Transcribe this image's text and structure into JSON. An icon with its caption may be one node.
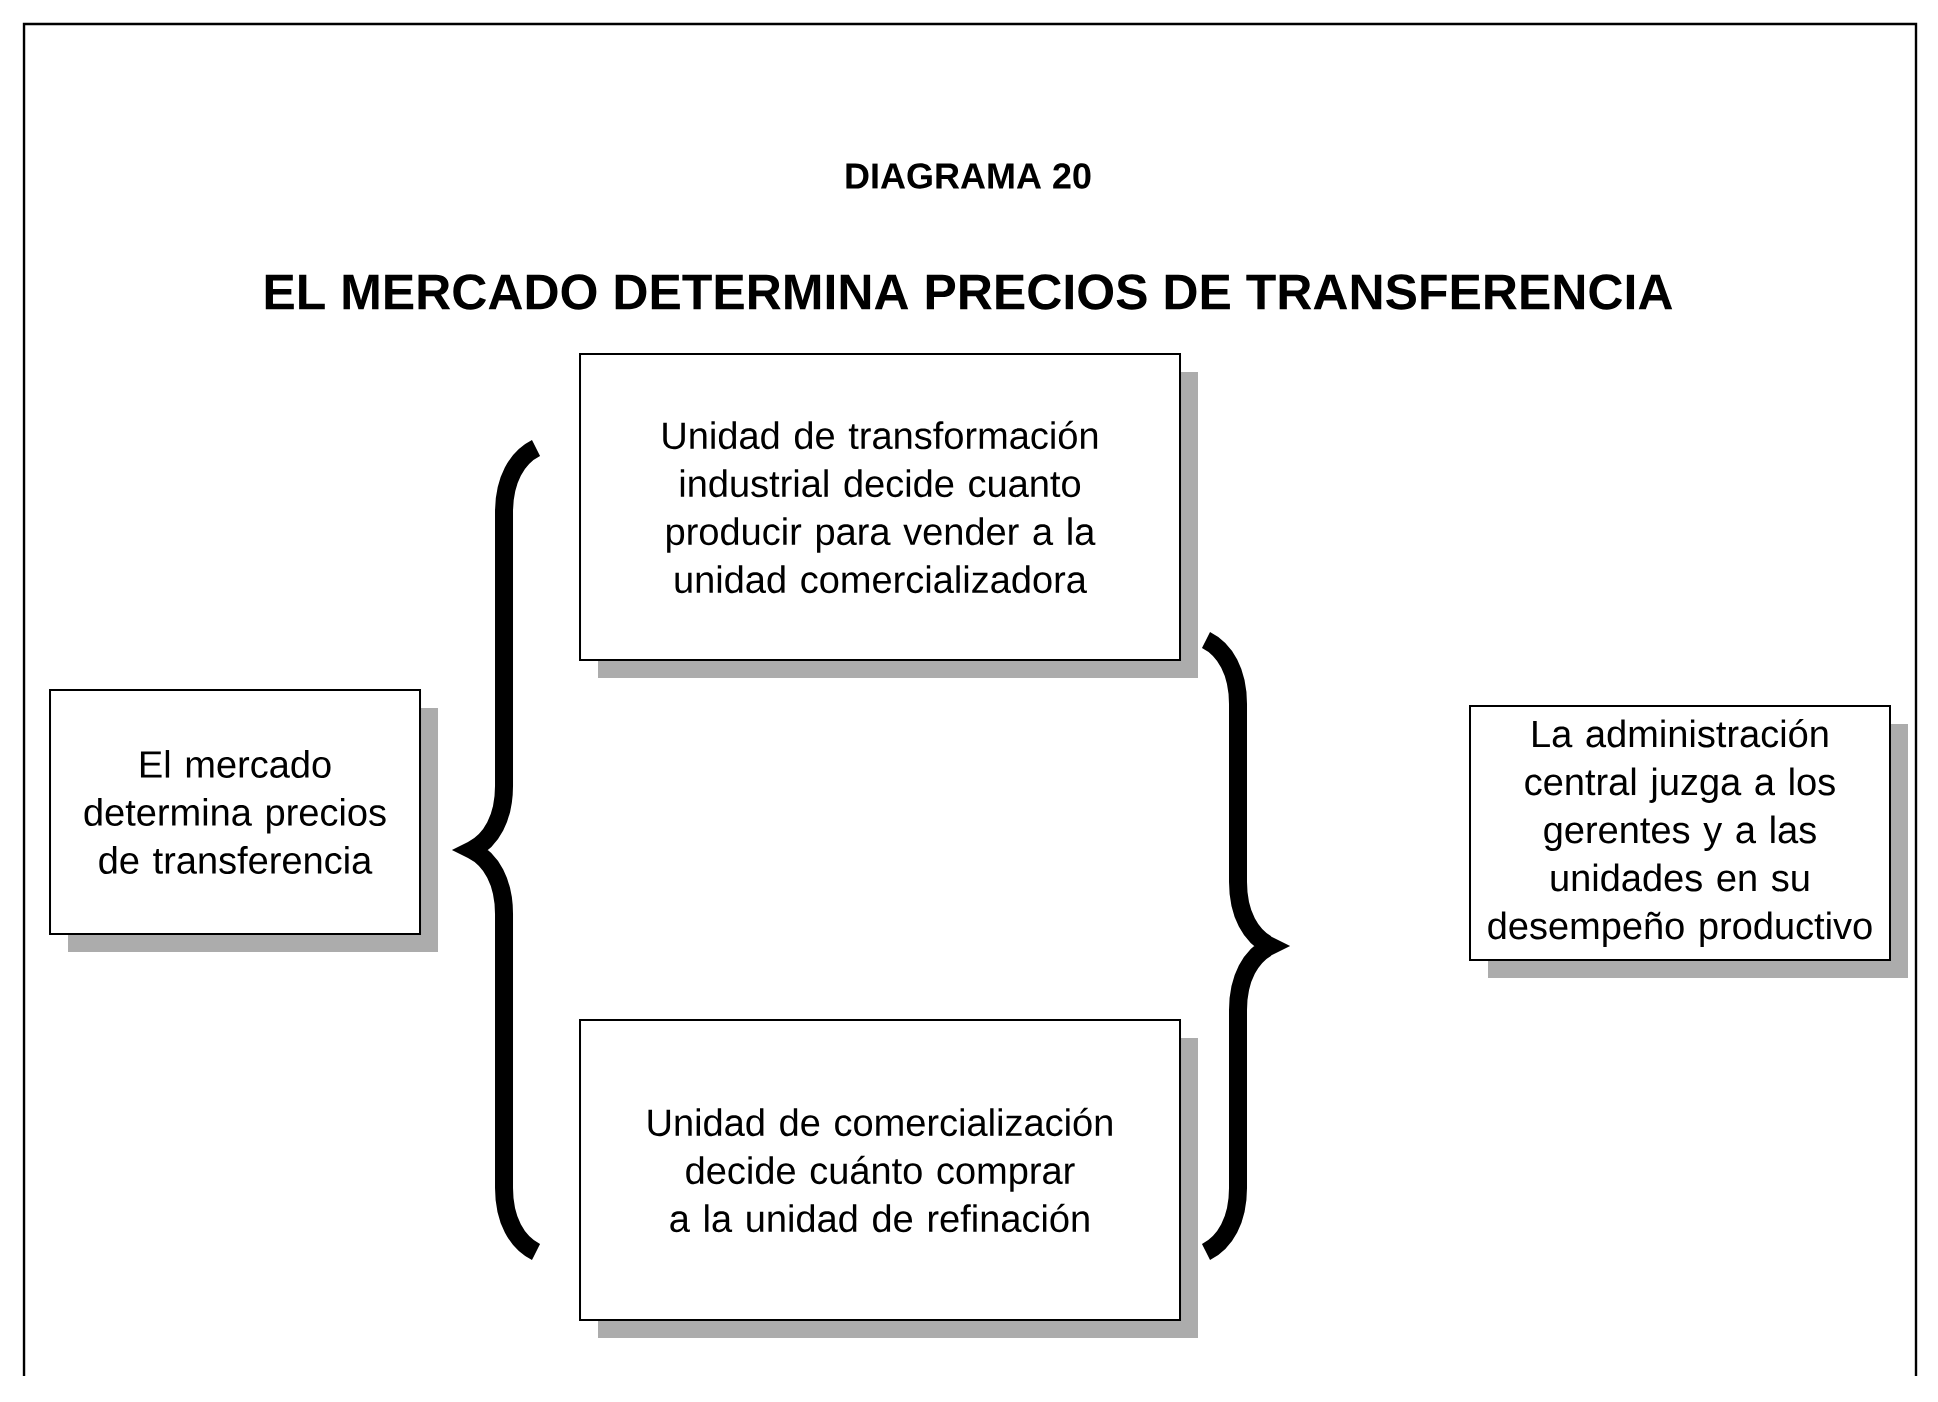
{
  "diagram": {
    "title": "EL MERCADO DETERMINA PRECIOS DE TRANSFERENCIA",
    "nodes": [
      {
        "text": [
          "El mercado determina precios de transferencia"
        ]
      },
      {
        "text": [
          "Unidad de transformación industrial decide cuanto producir para vender a la unidad comercializadora"
        ]
      },
      {
        "text": [
          "Unidad de comercialización decide cuánto comprar a la unidad de refinación"
        ]
      },
      {
        "text": [
          "La administración central juzga a los gerentes y a las unidades en su desempeño productivo"
        ]
      }
    ],
    "labels": [
      "DIAGRAMA 20"
    ]
  }
}
